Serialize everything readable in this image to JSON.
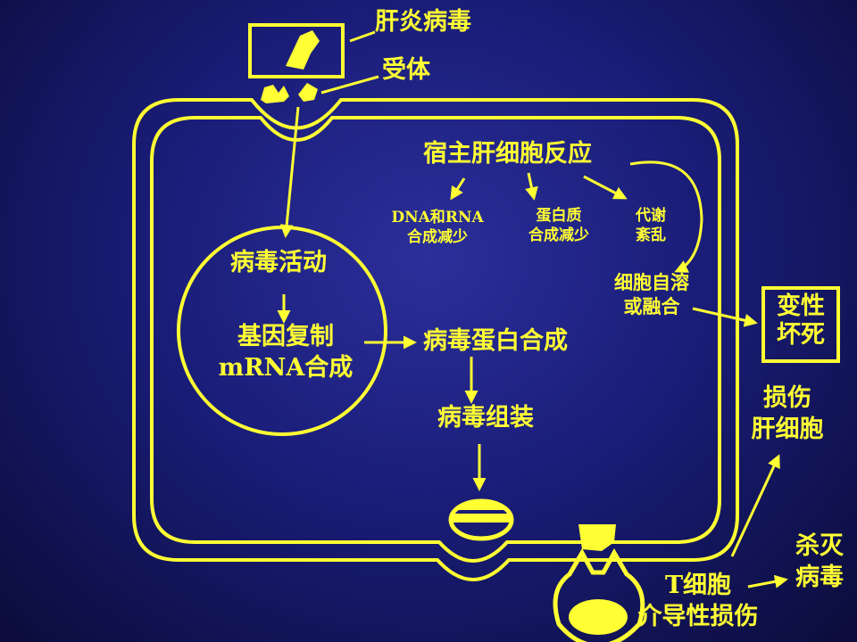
{
  "labels": {
    "hepatitis_virus": "肝炎病毒",
    "receptor": "受体",
    "host_response": "宿主肝细胞反应",
    "dna_rna_line1": "DNA和RNA",
    "dna_rna_line2": "合成减少",
    "protein_line1": "蛋白质",
    "protein_line2": "合成减少",
    "metabolism_line1": "代谢",
    "metabolism_line2": "紊乱",
    "autolysis_line1": "细胞自溶",
    "autolysis_line2": "或融合",
    "necrosis_line1": "变性",
    "necrosis_line2": "坏死",
    "virus_activity": "病毒活动",
    "gene_replication": "基因复制",
    "mrna_synthesis": "mRNA合成",
    "viral_protein": "病毒蛋白合成",
    "viral_assembly": "病毒组装",
    "damage_line1": "损伤",
    "damage_line2": "肝细胞",
    "kill_line1": "杀灭",
    "kill_line2": "病毒",
    "tcell_line1": "T细胞",
    "tcell_line2": "介导性损伤"
  },
  "colors": {
    "accent": "#ffff33",
    "background": "#1a1d78"
  }
}
